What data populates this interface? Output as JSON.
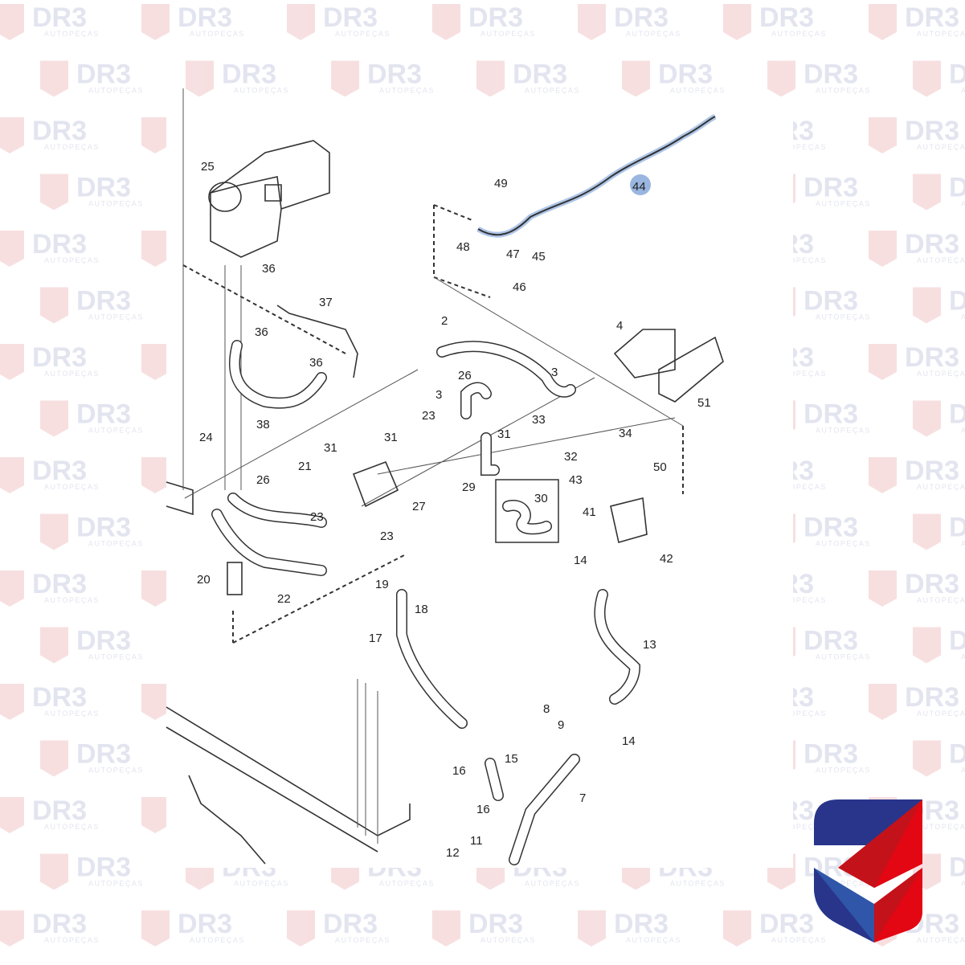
{
  "watermark": {
    "brand": "DR3",
    "tagline": "AUTOPEÇAS"
  },
  "logo": {
    "name": "DR3 Autopeças",
    "colors": {
      "blue": "#28358a",
      "blue_light": "#2f56a8",
      "red": "#c4121a",
      "red_bright": "#e30613"
    }
  },
  "highlight_color": "#9ab6e0",
  "callouts": [
    "25",
    "49",
    "44",
    "48",
    "47",
    "45",
    "46",
    "36",
    "37",
    "36",
    "2",
    "4",
    "36",
    "3",
    "3",
    "26",
    "51",
    "38",
    "23",
    "33",
    "24",
    "31",
    "31",
    "31",
    "34",
    "32",
    "50",
    "21",
    "26",
    "29",
    "43",
    "30",
    "27",
    "23",
    "41",
    "23",
    "42",
    "14",
    "20",
    "19",
    "22",
    "18",
    "17",
    "13",
    "8",
    "9",
    "14",
    "15",
    "16",
    "7",
    "16",
    "11",
    "12"
  ]
}
